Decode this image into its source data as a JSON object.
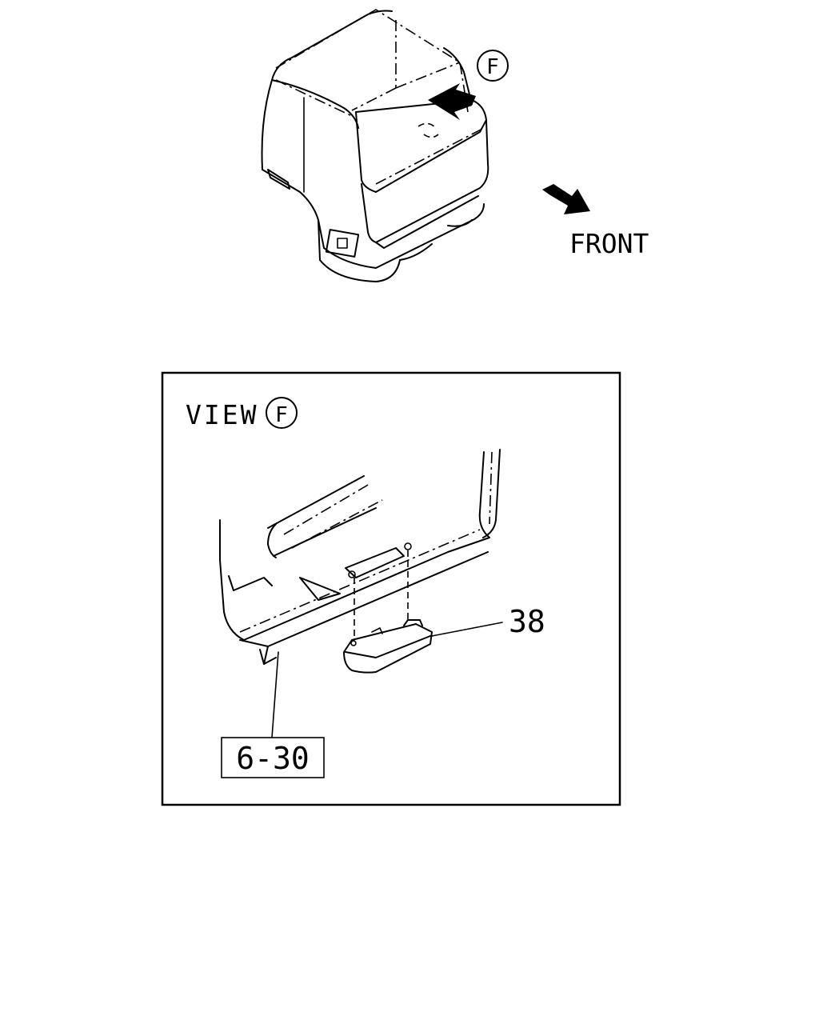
{
  "overview": {
    "view_marker": "F",
    "direction_label": "FRONT"
  },
  "detail_view": {
    "title_prefix": "VIEW",
    "title_marker": "F",
    "callouts": [
      {
        "id": "part-38",
        "text": "38",
        "boxed": false
      },
      {
        "id": "ref-6-30",
        "text": "6-30",
        "boxed": true
      }
    ]
  }
}
